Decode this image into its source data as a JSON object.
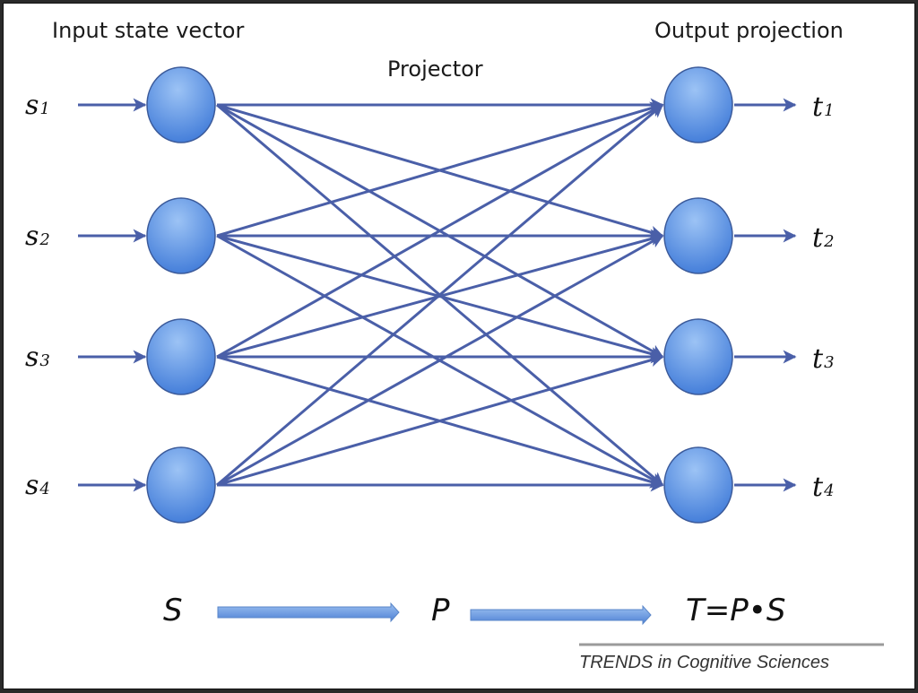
{
  "headers": {
    "input": "Input state vector",
    "projector": "Projector",
    "output": "Output projection"
  },
  "inputs": [
    {
      "letter": "s",
      "index": "1"
    },
    {
      "letter": "s",
      "index": "2"
    },
    {
      "letter": "s",
      "index": "3"
    },
    {
      "letter": "s",
      "index": "4"
    }
  ],
  "outputs": [
    {
      "letter": "t",
      "index": "1"
    },
    {
      "letter": "t",
      "index": "2"
    },
    {
      "letter": "t",
      "index": "3"
    },
    {
      "letter": "t",
      "index": "4"
    }
  ],
  "connections": "all-to-all",
  "equation": {
    "input": "S",
    "projector": "P",
    "output": "T=P•S"
  },
  "credit": "TRENDS in Cognitive Sciences",
  "colors": {
    "node_light": "#8fb8f2",
    "node_dark": "#3f7ad8",
    "node_stroke": "#3b5a9a",
    "line": "#4a5fa8",
    "flow_arrow": "#6a9ae0"
  }
}
